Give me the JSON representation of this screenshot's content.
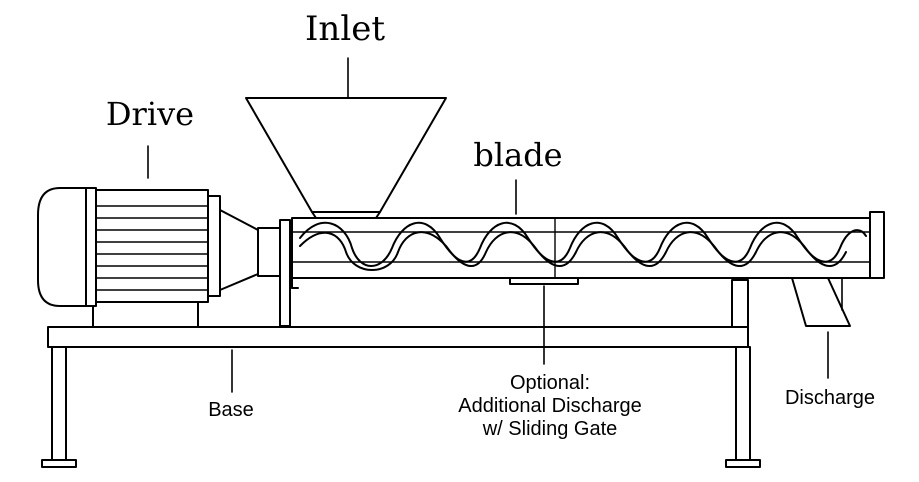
{
  "labels": {
    "inlet": "Inlet",
    "drive": "Drive",
    "blade": "blade",
    "base": "Base",
    "optional_line1": "Optional:",
    "optional_line2": "Additional Discharge",
    "optional_line3": "w/ Sliding Gate",
    "discharge": "Discharge"
  },
  "colors": {
    "stroke": "#000000",
    "background": "#ffffff"
  }
}
